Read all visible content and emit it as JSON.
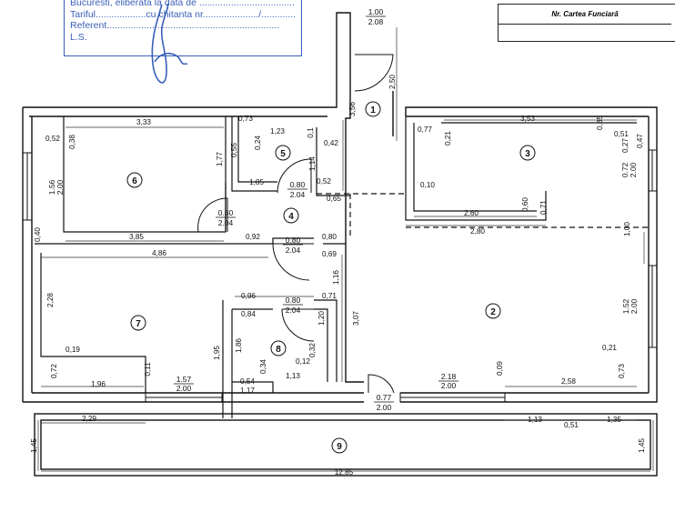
{
  "stamp": {
    "line1": "Bucuresti, eliberata la data de ....................................",
    "line2": "Tariful...................cu chitanta nr...................../...............",
    "line3": "Referent.................................................................",
    "line4": "L.S."
  },
  "cartea_funciara": {
    "label": "Nr. Cartea Funciară"
  },
  "rooms": {
    "r1": "1",
    "r2": "2",
    "r3": "3",
    "r4": "4",
    "r5": "5",
    "r6": "6",
    "r7": "7",
    "r8": "8",
    "r9": "9"
  },
  "doors": {
    "entry_w": "1.00",
    "entry_h": "2.08",
    "d5_w": "0.80",
    "d5_h": "2.04",
    "d6_w": "0.80",
    "d6_h": "2.04",
    "d7_w": "0.80",
    "d7_h": "2.04",
    "d8_w": "0.80",
    "d8_h": "2.04",
    "d9_w": "0.77",
    "d9_h": "2.00"
  },
  "windows": {
    "w6_w": "1.56",
    "w6_h": "2.00",
    "w3_w": "0.72",
    "w3_h": "2.00",
    "w2_w": "1.52",
    "w2_h": "2.00",
    "w7_w": "1.57",
    "w7_h": "2.00",
    "w2b_w": "2.18",
    "w2b_h": "2.00"
  },
  "dims": {
    "d333": "3,33",
    "d052": "0,52",
    "d038": "0,38",
    "d177": "1,77",
    "d040": "0,40",
    "d385": "3,85",
    "d092": "0,92",
    "d073": "0,73",
    "d055": "0,55",
    "d024": "0,24",
    "d123": "1,23",
    "d01": "0,1",
    "d042": "0,42",
    "d114": "1,14",
    "d105": "1,05",
    "d052b": "0,52",
    "d065": "0,65",
    "d080": "0,80",
    "d069": "0,69",
    "d116": "1,16",
    "d356": "3,56",
    "d250": "2,50",
    "d307": "3,07",
    "d077": "0,77",
    "d021": "0,21",
    "d353": "3,53",
    "d035": "0,35",
    "d051": "0,51",
    "d047": "0,47",
    "d027": "0,27",
    "d010": "0,10",
    "d260": "2,60",
    "d060": "0,60",
    "d071": "0,71",
    "d280": "2,80",
    "d100": "1,00",
    "d486": "4,86",
    "d228": "2,28",
    "d019": "0,19",
    "d072": "0,72",
    "d196": "1,96",
    "d011": "0,11",
    "d096": "0,96",
    "d071b": "0,71",
    "d084": "0,84",
    "d120": "1,20",
    "d032": "0,32",
    "d195": "1,95",
    "d186": "1,86",
    "d012": "0,12",
    "d034": "0,34",
    "d113": "1,13",
    "d054": "0,54",
    "d117": "1,17",
    "d009": "0,09",
    "d258": "2,58",
    "d021b": "0,21",
    "d073b": "0,73",
    "d229": "2,29",
    "d145": "1,45",
    "d145b": "1,45",
    "d1285": "12,85",
    "d113b": "1,13",
    "d051b": "0,51",
    "d135": "1,35"
  }
}
